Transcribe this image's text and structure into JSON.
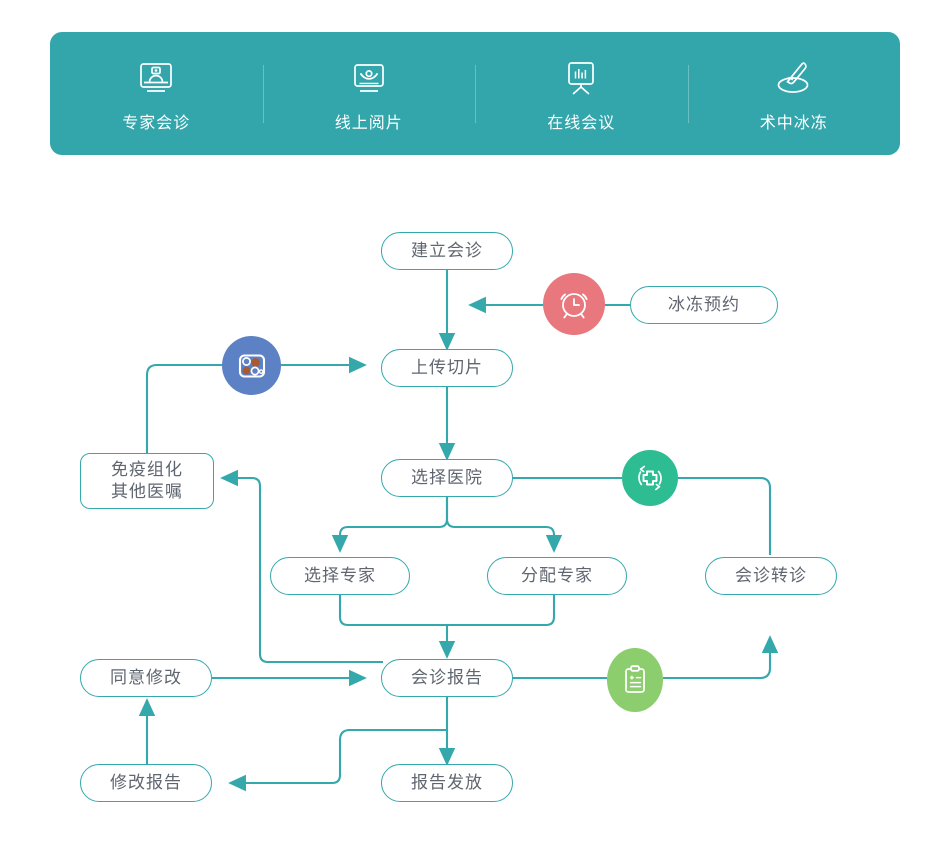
{
  "theme": {
    "teal": "#32a6ab",
    "line": "#35a8ac",
    "node_text": "#5f6670",
    "badge_red": "#e9787e",
    "badge_blue": "#5c81c4",
    "badge_green_dark": "#2ebd93",
    "badge_green_light": "#8ccd6e"
  },
  "feature_bar": {
    "items": [
      {
        "label": "专家会诊",
        "icon": "doctor-monitor-icon"
      },
      {
        "label": "线上阅片",
        "icon": "eye-screen-icon"
      },
      {
        "label": "在线会议",
        "icon": "presentation-board-icon"
      },
      {
        "label": "术中冰冻",
        "icon": "scalpel-dish-icon"
      }
    ]
  },
  "flowchart": {
    "nodes": [
      {
        "id": "create-consult",
        "label": "建立会诊",
        "shape": "pill"
      },
      {
        "id": "frozen-booking",
        "label": "冰冻预约",
        "shape": "pill"
      },
      {
        "id": "upload-slide",
        "label": "上传切片",
        "shape": "pill"
      },
      {
        "id": "ihc-other-orders",
        "label": "免疫组化\n其他医嘱",
        "shape": "rect"
      },
      {
        "id": "select-hospital",
        "label": "选择医院",
        "shape": "pill"
      },
      {
        "id": "select-expert",
        "label": "选择专家",
        "shape": "pill"
      },
      {
        "id": "assign-expert",
        "label": "分配专家",
        "shape": "pill"
      },
      {
        "id": "consult-referral",
        "label": "会诊转诊",
        "shape": "pill"
      },
      {
        "id": "agree-revision",
        "label": "同意修改",
        "shape": "pill"
      },
      {
        "id": "consult-report",
        "label": "会诊报告",
        "shape": "pill"
      },
      {
        "id": "revise-report",
        "label": "修改报告",
        "shape": "pill"
      },
      {
        "id": "issue-report",
        "label": "报告发放",
        "shape": "pill"
      }
    ],
    "badges": [
      {
        "id": "alarm-clock-badge",
        "icon": "alarm-clock-icon",
        "color": "#e9787e"
      },
      {
        "id": "slide-cells-badge",
        "icon": "slide-cells-icon",
        "color": "#5c81c4"
      },
      {
        "id": "medical-cross-badge",
        "icon": "refresh-cross-icon",
        "color": "#2ebd93"
      },
      {
        "id": "clipboard-badge",
        "icon": "clipboard-report-icon",
        "color": "#8ccd6e"
      }
    ]
  }
}
